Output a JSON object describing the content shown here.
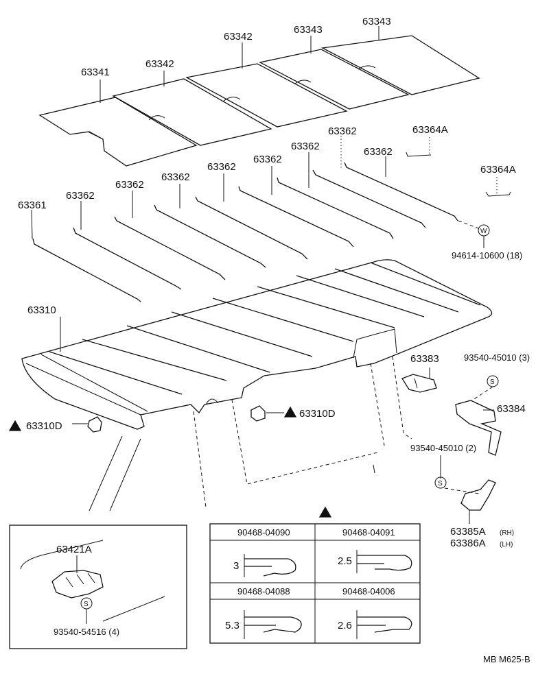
{
  "labels": {
    "p63343_a": "63343",
    "p63343_b": "63343",
    "p63342_a": "63342",
    "p63342_b": "63342",
    "p63341": "63341",
    "p63364A_a": "63364A",
    "p63364A_b": "63364A",
    "w_code": "W",
    "w_part": "94614-10600 (18)",
    "p63362_top": "63362",
    "p63362_r1": "63362",
    "p63362_r2": "63362",
    "p63362_r3": "63362",
    "p63362_r4": "63362",
    "p63362_r5": "63362",
    "p63362_r6": "63362",
    "p63361": "63361",
    "p63310": "63310",
    "p63310D_left": "63310D",
    "p63310D_mid": "63310D",
    "p63383": "63383",
    "s_part_3": "93540-45010 (3)",
    "s_code_a": "S",
    "p63384": "63384",
    "s_part_2": "93540-45010 (2)",
    "s_code_b": "S",
    "p63385A": "63385A",
    "p63385A_side": "(RH)",
    "p63386A": "63386A",
    "p63386A_side": "(LH)",
    "inset_part": "63421A",
    "s_code_c": "S",
    "inset_screw": "93540-54516 (4)",
    "footer_code": "MB  M625-B"
  },
  "clip_table": {
    "cells": [
      {
        "part": "90468-04090",
        "dim": "3"
      },
      {
        "part": "90468-04091",
        "dim": "2.5"
      },
      {
        "part": "90468-04088",
        "dim": "5.3"
      },
      {
        "part": "90468-04006",
        "dim": "2.6"
      }
    ]
  }
}
